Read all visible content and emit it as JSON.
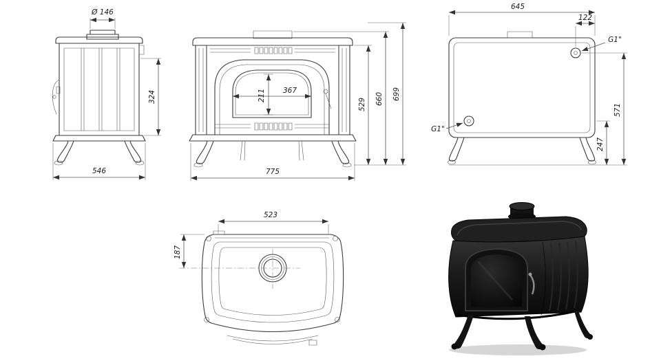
{
  "drawing": {
    "side_view": {
      "flue_diameter": "Ø 146",
      "side_panel_height": "324",
      "depth": "546"
    },
    "front_view": {
      "glass_height": "211",
      "glass_width": "367",
      "height_body": "529",
      "height_mid": "660",
      "height_total": "699",
      "width": "775"
    },
    "rear_view": {
      "width": "645",
      "fitting_offset": "122",
      "top_fitting": "G1\"",
      "bottom_fitting": "G1\"",
      "top_fitting_height": "571",
      "bottom_fitting_height": "247"
    },
    "top_view": {
      "top_plate_width": "523",
      "flue_center_from_back": "187"
    }
  }
}
